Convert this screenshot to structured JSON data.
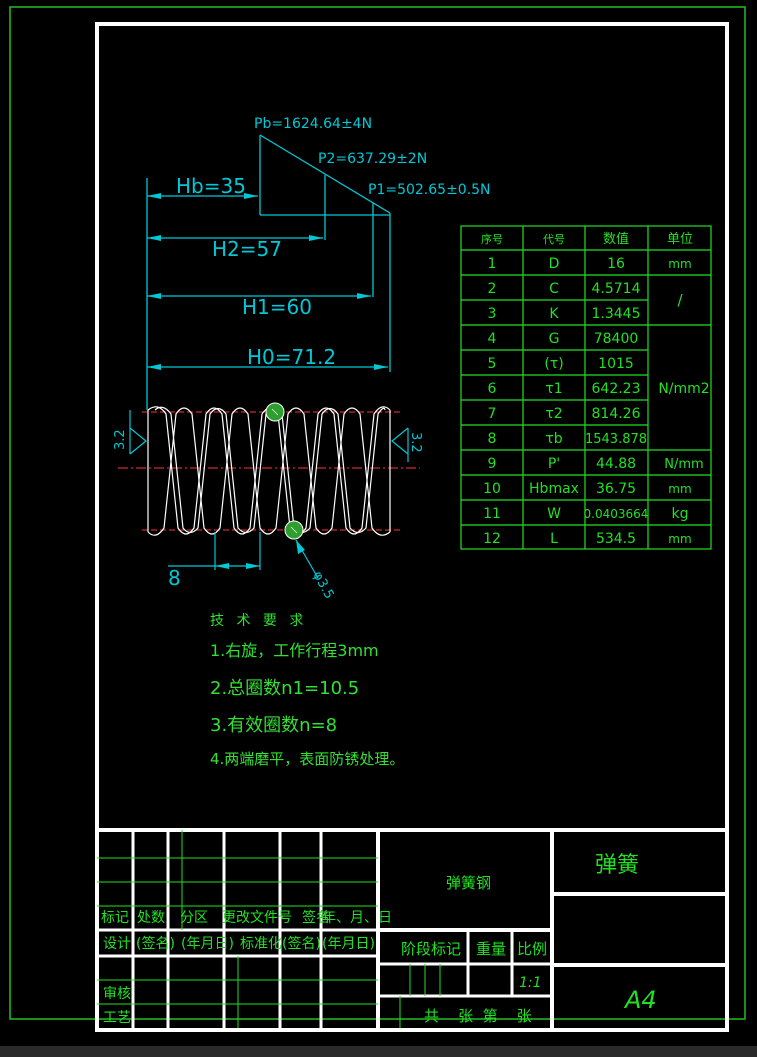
{
  "dimensions": {
    "pb": "Pb=1624.64±4N",
    "p2": "P2=637.29±2N",
    "p1": "P1=502.65±0.5N",
    "hb": "Hb=35",
    "h2": "H2=57",
    "h1": "H1=60",
    "h0": "H0=71.2",
    "pitch": "8",
    "wire": "φ3.5",
    "rough_left": "3.2",
    "rough_right": "3.2"
  },
  "param_table": {
    "headers": [
      "序号",
      "代号",
      "数值",
      "单位"
    ],
    "rows": [
      {
        "no": "1",
        "code": "D",
        "value": "16"
      },
      {
        "no": "2",
        "code": "C",
        "value": "4.5714"
      },
      {
        "no": "3",
        "code": "K",
        "value": "1.3445"
      },
      {
        "no": "4",
        "code": "G",
        "value": "78400"
      },
      {
        "no": "5",
        "code": "(τ)",
        "value": "1015"
      },
      {
        "no": "6",
        "code": "τ1",
        "value": "642.23"
      },
      {
        "no": "7",
        "code": "τ2",
        "value": "814.26"
      },
      {
        "no": "8",
        "code": "τb",
        "value": "1543.878"
      },
      {
        "no": "9",
        "code": "P'",
        "value": "44.88"
      },
      {
        "no": "10",
        "code": "Hbmax",
        "value": "36.75"
      },
      {
        "no": "11",
        "code": "W",
        "value": "0.0403664"
      },
      {
        "no": "12",
        "code": "L",
        "value": "534.5"
      }
    ],
    "units": {
      "u1": "mm",
      "u23": "/",
      "u48": "N/mm2",
      "u9": "N/mm",
      "u10": "mm",
      "u11": "kg",
      "u12": "mm"
    }
  },
  "notes": {
    "title": "技 术 要 求",
    "items": [
      "1.右旋，工作行程3mm",
      "2.总圈数n1=10.5",
      "3.有效圈数n=8",
      "4.两端磨平，表面防锈处理。"
    ]
  },
  "title_block": {
    "material": "弹簧钢",
    "part_name": "弹簧",
    "sheet_size": "A4",
    "scale": "1:1",
    "row_marks": [
      "标记",
      "处数",
      "分区",
      "更改文件号",
      "签名",
      "年、月、日"
    ],
    "row_design": [
      "设计",
      "(签名)",
      "(年月日)",
      "标准化",
      "(签名)",
      "(年月日)"
    ],
    "review": "审核",
    "process": "工艺",
    "stage_mark": "阶段标记",
    "weight": "重量",
    "ratio": "比例",
    "sheets": "共    张  第    张"
  }
}
